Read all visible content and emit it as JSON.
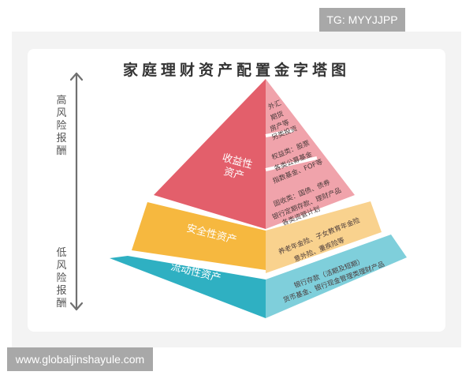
{
  "title": "家庭理财资产配置金字塔图",
  "axis": {
    "top_label": [
      "高",
      "风",
      "险",
      "报",
      "酬"
    ],
    "bottom_label": [
      "低",
      "风",
      "险",
      "报",
      "酬"
    ],
    "top_text": "高风险报酬",
    "bottom_text": "低风险报酬",
    "color": "#707070"
  },
  "layers": [
    {
      "name": "收益性资产",
      "label_lines": [
        "收益性",
        "资产"
      ],
      "color_front": "#e35f6b",
      "color_side": "#f0a3ab",
      "details": [
        {
          "lines": [
            "外汇",
            "期货",
            "房产等",
            "另类投资"
          ]
        },
        {
          "lines": [
            "权益类：股票",
            "各类公募基金",
            "指数基金、FOF等"
          ]
        },
        {
          "lines": [
            "固收类：国债、债券",
            "银行定期存款、理财产品",
            "各类资管计划"
          ]
        }
      ]
    },
    {
      "name": "安全性资产",
      "label_lines": [
        "安全性资产"
      ],
      "color_front": "#f6b83f",
      "color_side": "#f9d28e",
      "details": [
        {
          "lines": [
            "养老年金险、子女教育年金险",
            "意外险、重疾险等"
          ]
        }
      ]
    },
    {
      "name": "流动性资产",
      "label_lines": [
        "流动性资产"
      ],
      "color_front": "#2fb0c2",
      "color_side": "#7fcfdb",
      "details": [
        {
          "lines": [
            "银行存款（活期及短期）",
            "货币基金、银行现金管理类理财产品"
          ]
        }
      ]
    }
  ],
  "watermarks": {
    "top_right": "TG: MYYJJPP",
    "bottom_left": "www.globaljinshayule.com"
  }
}
